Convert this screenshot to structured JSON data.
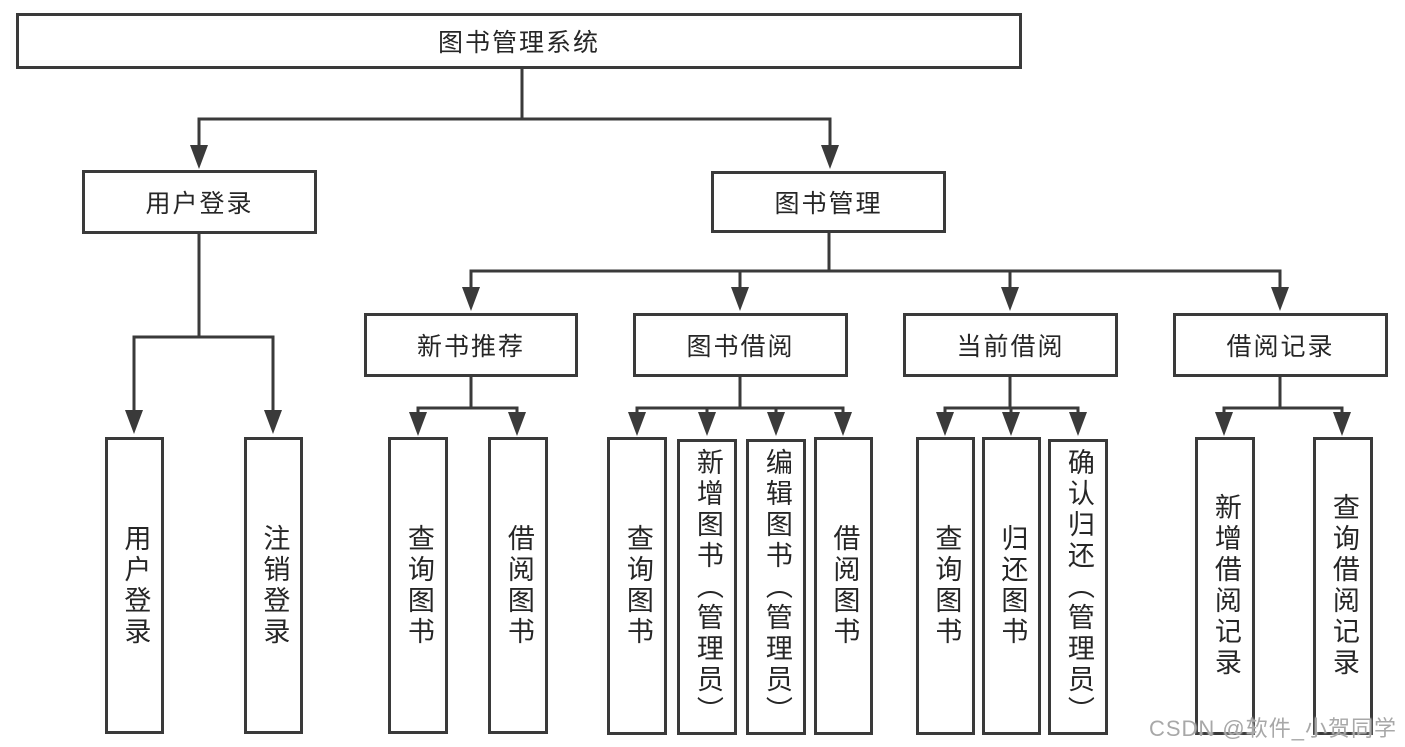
{
  "colors": {
    "background": "#ffffff",
    "line": "#3a3a3a",
    "box_border": "#3a3a3a",
    "text": "#262626",
    "watermark": "#a8a8a8"
  },
  "watermark": {
    "text": "CSDN @软件_小贺同学"
  },
  "tree": {
    "root": {
      "label": "图书管理系统",
      "children": [
        {
          "label": "用户登录",
          "children": [
            {
              "label": "用户登录"
            },
            {
              "label": "注销登录"
            }
          ]
        },
        {
          "label": "图书管理",
          "children": [
            {
              "label": "新书推荐",
              "children": [
                {
                  "label": "查询图书"
                },
                {
                  "label": "借阅图书"
                }
              ]
            },
            {
              "label": "图书借阅",
              "children": [
                {
                  "label": "查询图书"
                },
                {
                  "label": "新增图书（管理员）"
                },
                {
                  "label": "编辑图书（管理员）"
                },
                {
                  "label": "借阅图书"
                }
              ]
            },
            {
              "label": "当前借阅",
              "children": [
                {
                  "label": "查询图书"
                },
                {
                  "label": "归还图书"
                },
                {
                  "label": "确认归还（管理员）"
                }
              ]
            },
            {
              "label": "借阅记录",
              "children": [
                {
                  "label": "新增借阅记录"
                },
                {
                  "label": "查询借阅记录"
                }
              ]
            }
          ]
        }
      ]
    }
  }
}
